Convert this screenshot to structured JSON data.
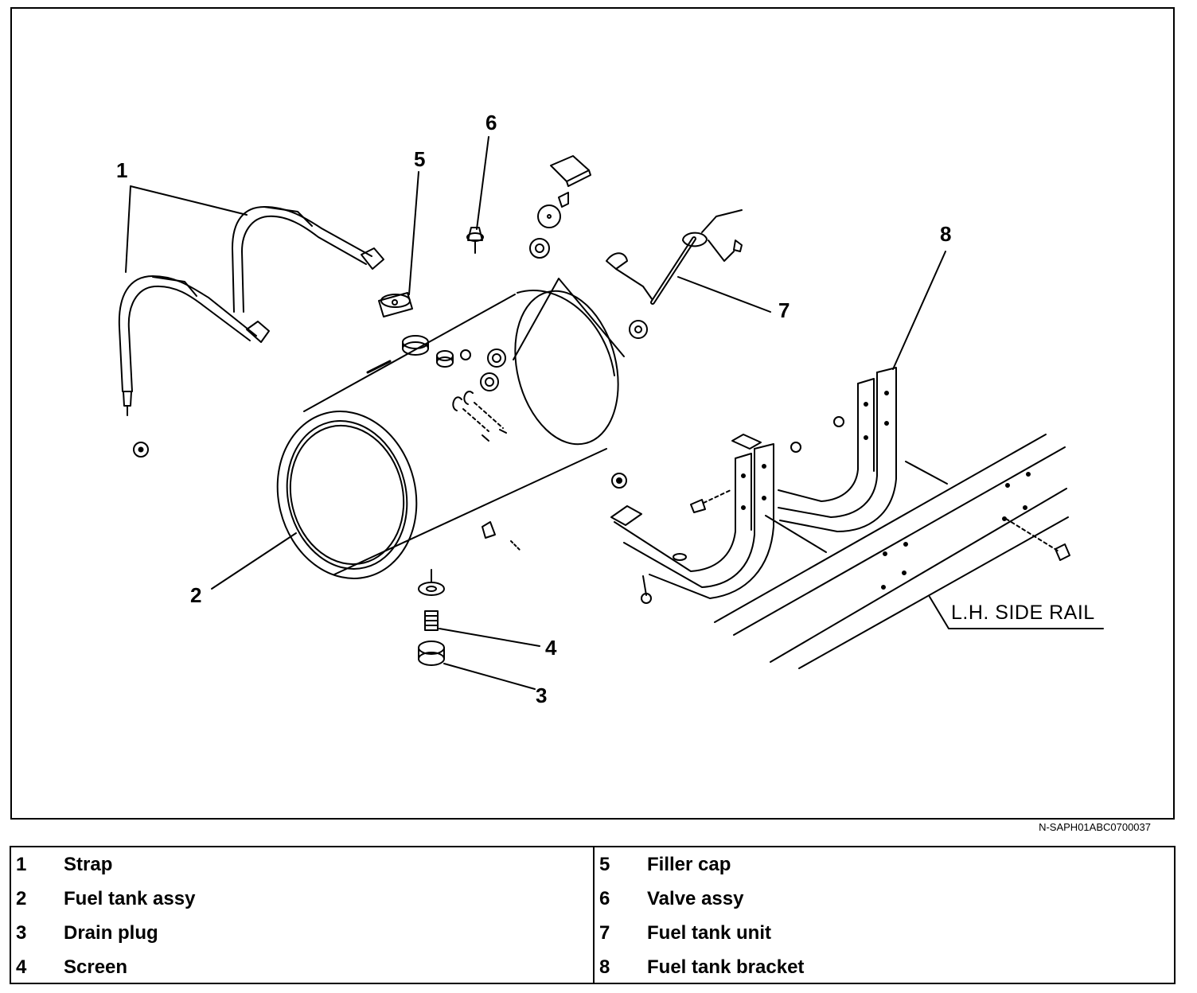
{
  "figure": {
    "callouts": [
      "1",
      "2",
      "3",
      "4",
      "5",
      "6",
      "7",
      "8"
    ],
    "rail_label": "L.H. SIDE RAIL",
    "figure_code": "N-SAPH01ABC0700037"
  },
  "legend": {
    "left": [
      {
        "num": "1",
        "label": "Strap"
      },
      {
        "num": "2",
        "label": "Fuel tank assy"
      },
      {
        "num": "3",
        "label": "Drain plug"
      },
      {
        "num": "4",
        "label": "Screen"
      }
    ],
    "right": [
      {
        "num": "5",
        "label": "Filler cap"
      },
      {
        "num": "6",
        "label": "Valve assy"
      },
      {
        "num": "7",
        "label": "Fuel tank unit"
      },
      {
        "num": "8",
        "label": "Fuel tank bracket"
      }
    ]
  }
}
